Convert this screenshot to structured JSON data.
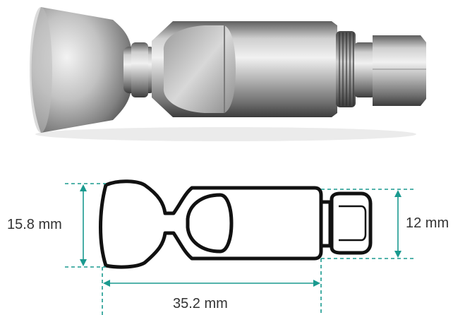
{
  "dimensions": {
    "height_left": "15.8 mm",
    "height_right": "12 mm",
    "length": "35.2 mm"
  },
  "colors": {
    "dimension_line": "#1a9a8f",
    "outline": "#111111",
    "metal_light": "#e6e6e6",
    "metal_mid": "#b9b9b9",
    "metal_dark": "#6e6e6e"
  },
  "icons": {
    "photo": "nozzle-photo",
    "drawing": "nozzle-outline-drawing"
  }
}
